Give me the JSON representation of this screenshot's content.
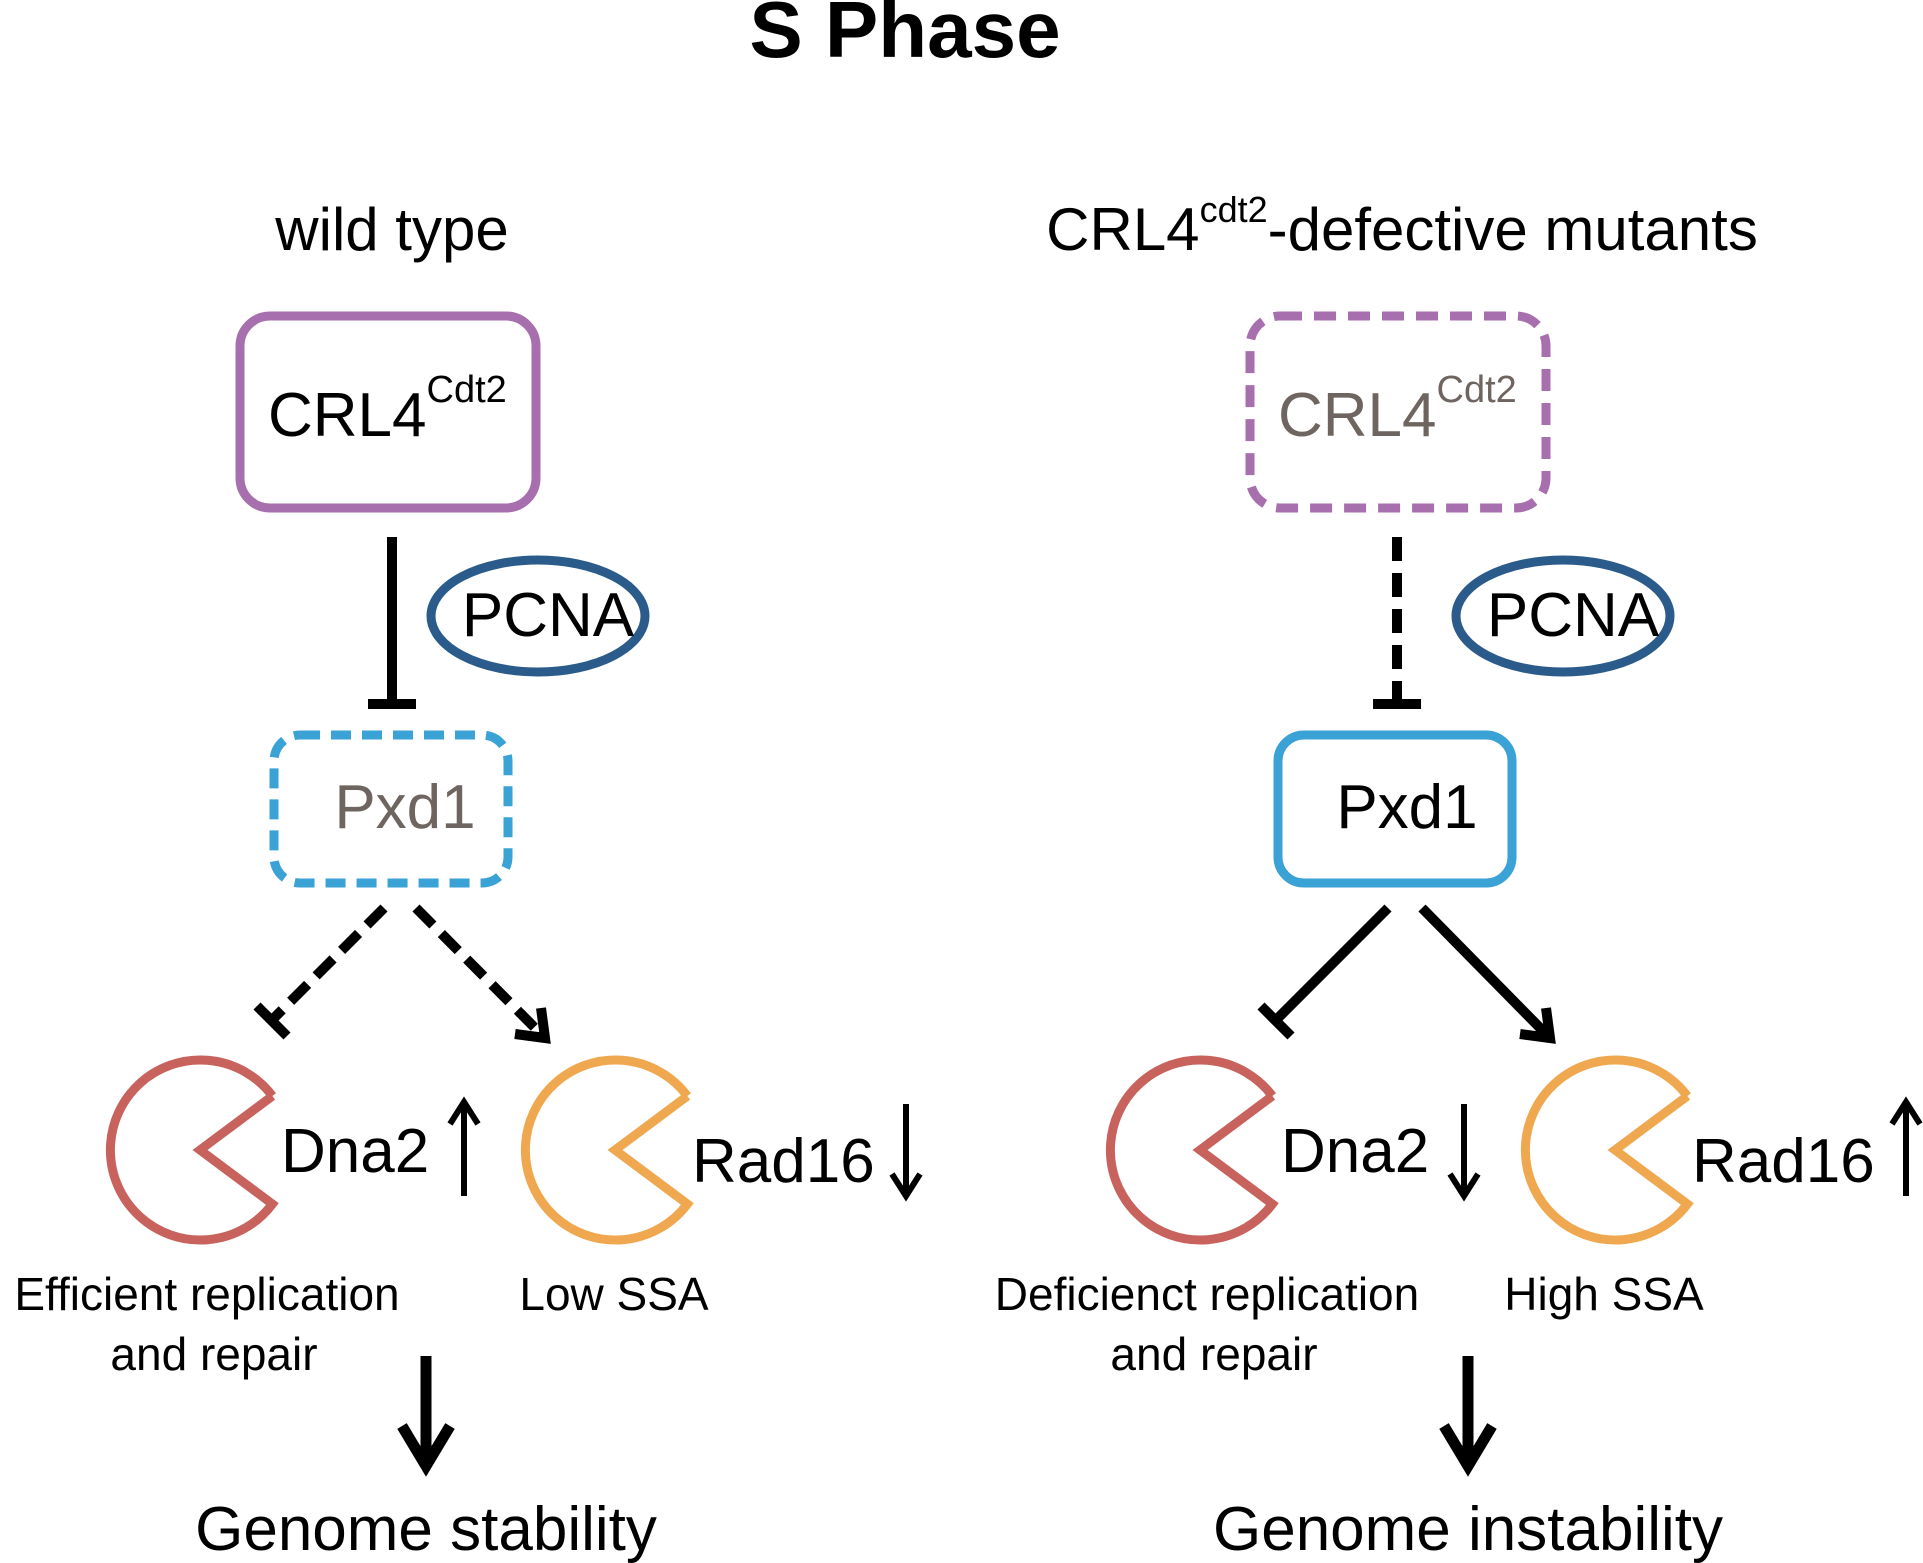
{
  "title": "S Phase",
  "colors": {
    "crl4": "#A86FAE",
    "pcna": "#2A5B8B",
    "pxd1": "#3AA2D4",
    "dna2": "#C8625C",
    "rad16": "#F0A850",
    "faded_text": "#6E6560",
    "text": "#000000"
  },
  "left": {
    "heading": "wild type",
    "crl4_main": "CRL4",
    "crl4_sup": "Cdt2",
    "pcna": "PCNA",
    "pxd1": "Pxd1",
    "dna2": "Dna2",
    "dna2_arrow": "↑",
    "rad16": "Rad16",
    "rad16_arrow": "↓",
    "dna2_caption_line1": "Efficient replication",
    "dna2_caption_line2": "and repair",
    "rad16_caption": "Low SSA",
    "outcome": "Genome stability"
  },
  "right": {
    "heading_main": "CRL4",
    "heading_sup": "cdt2",
    "heading_rest": "-defective mutants",
    "crl4_main": "CRL4",
    "crl4_sup": "Cdt2",
    "pcna": "PCNA",
    "pxd1": "Pxd1",
    "dna2": "Dna2",
    "dna2_arrow": "↓",
    "rad16": "Rad16",
    "rad16_arrow": "↑",
    "dna2_caption_line1": "Deficienct replication",
    "dna2_caption_line2": "and repair",
    "rad16_caption": "High SSA",
    "outcome": "Genome instability"
  }
}
